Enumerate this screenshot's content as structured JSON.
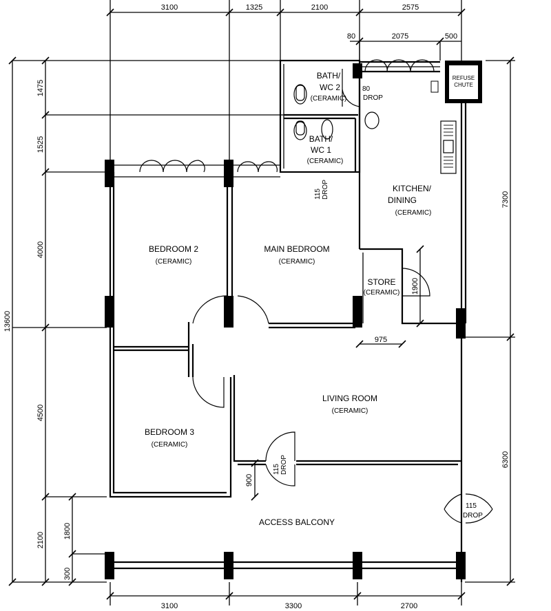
{
  "rooms": {
    "bedroom2": {
      "name": "BEDROOM 2",
      "floor": "(CERAMIC)"
    },
    "main_bedroom": {
      "name": "MAIN BEDROOM",
      "floor": "(CERAMIC)"
    },
    "bedroom3": {
      "name": "BEDROOM 3",
      "floor": "(CERAMIC)"
    },
    "living_room": {
      "name": "LIVING ROOM",
      "floor": "(CERAMIC)"
    },
    "kitchen": {
      "line1": "KITCHEN/",
      "line2": "DINING",
      "floor": "(CERAMIC)"
    },
    "store": {
      "name": "STORE",
      "floor": "(CERAMIC)"
    },
    "bath2": {
      "line1": "BATH/",
      "line2": "WC 2",
      "floor": "(CERAMIC)"
    },
    "bath1": {
      "line1": "BATH/",
      "line2": "WC 1",
      "floor": "(CERAMIC)"
    },
    "access_balcony": {
      "name": "ACCESS BALCONY"
    },
    "refuse_chute": {
      "line1": "REFUSE",
      "line2": "CHUTE"
    }
  },
  "dimensions": {
    "top": [
      "3100",
      "1325",
      "2100",
      "2575"
    ],
    "top_kitchen": [
      "80",
      "2075",
      "500"
    ],
    "bottom": [
      "3100",
      "3300",
      "2700"
    ],
    "left": [
      "1475",
      "1525",
      "4000",
      "4500",
      "2100"
    ],
    "left_total": "13600",
    "left_inner": [
      "1800",
      "300"
    ],
    "right": [
      "7300",
      "6300"
    ],
    "store_width": "975",
    "store_height": "1900",
    "balcony_step": "900"
  },
  "drops": {
    "bath2": {
      "value": "80",
      "label": "DROP"
    },
    "bath1": {
      "value": "115",
      "label": "DROP"
    },
    "living": {
      "value": "115",
      "label": "DROP"
    },
    "entrance": {
      "value": "115",
      "label": "DROP"
    }
  }
}
